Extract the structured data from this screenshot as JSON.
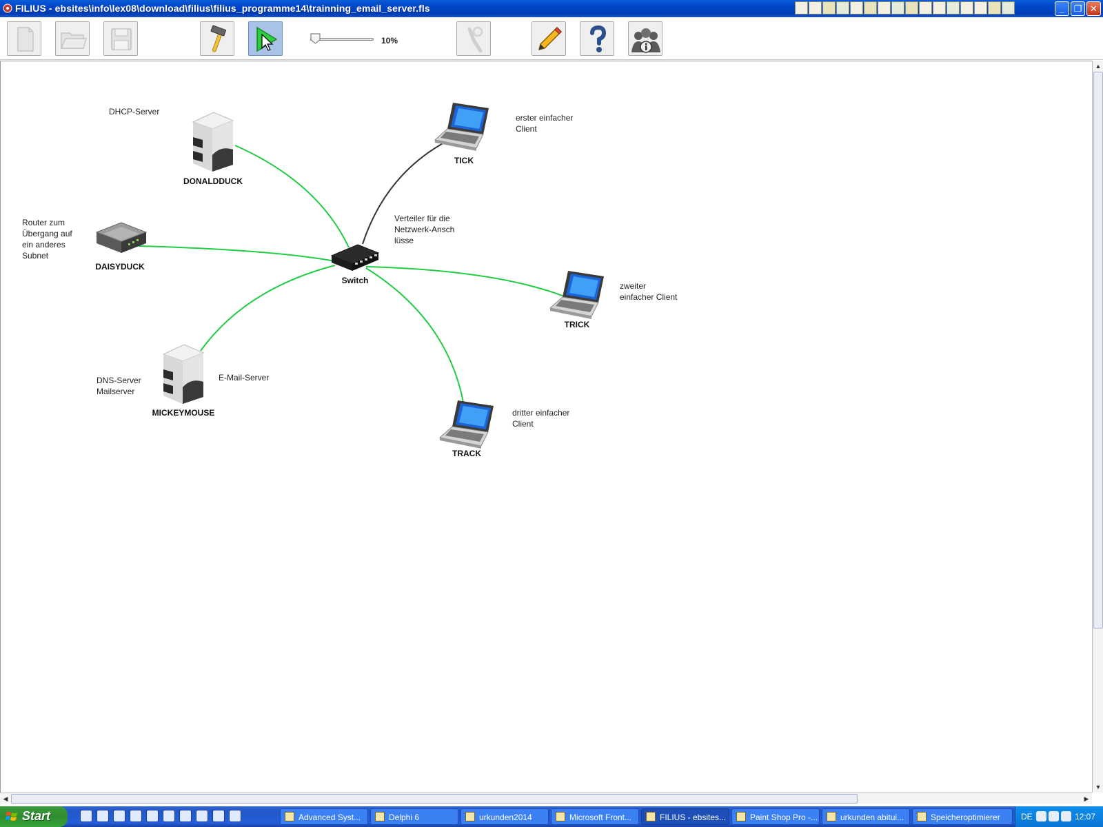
{
  "window": {
    "title": "FILIUS - ebsites\\info\\lex08\\download\\filius\\filius_programme14\\trainning_email_server.fls"
  },
  "toolbar": {
    "zoom_label": "10%",
    "zoom_level_percent": 10
  },
  "nodes": {
    "donaldduck": "DONALDDUCK",
    "daisyduck": "DAISYDUCK",
    "switch": "Switch",
    "tick": "TICK",
    "trick": "TRICK",
    "track": "TRACK",
    "mickeymouse": "MICKEYMOUSE"
  },
  "notes": {
    "dhcp": "DHCP-Server",
    "router": "Router zum\nÜbergang auf\nein anderes\nSubnet",
    "switch": "Verteiler für die\nNetzwerk-Ansch\nlüsse",
    "tick": "erster einfacher\nClient",
    "trick": "zweiter\neinfacher Client",
    "track": "dritter einfacher\nClient",
    "dns": "DNS-Server\nMailserver",
    "email": "E-Mail-Server"
  },
  "colors": {
    "link_green": "#22cc44",
    "link_dark": "#333333",
    "titlebar_blue": "#0046c8",
    "taskbar_blue": "#245edb",
    "start_green": "#2f8d2f"
  },
  "taskbar": {
    "start_label": "Start",
    "tasks": [
      "Advanced Syst...",
      "Delphi 6",
      "urkunden2014",
      "Microsoft Front...",
      "FILIUS - ebsites...",
      "Paint Shop Pro -...",
      "urkunden abitui...",
      "Speicheroptimierer"
    ],
    "language": "DE",
    "clock": "12:07"
  },
  "icons": {
    "toolbar": [
      "new-file-icon",
      "open-folder-icon",
      "save-disk-icon",
      "hammer-icon",
      "play-cursor-icon",
      "wrench-icon",
      "pencil-icon",
      "help-icon",
      "info-people-icon"
    ],
    "nodes": [
      "server-icon",
      "router-icon",
      "switch-icon",
      "laptop-icon"
    ]
  }
}
